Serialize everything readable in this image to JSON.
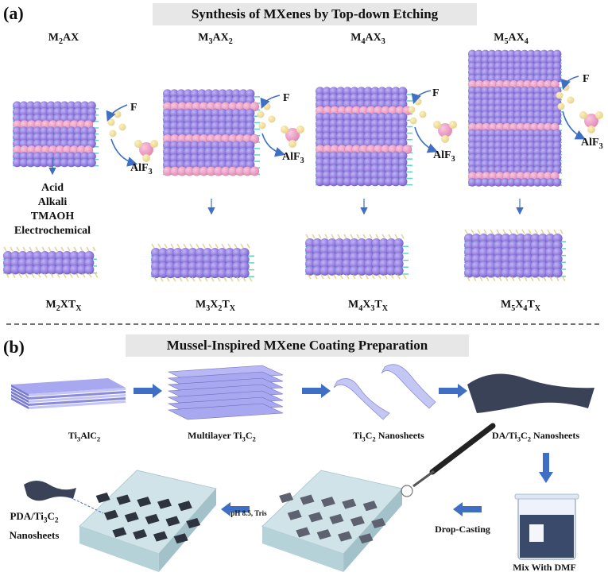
{
  "panel_a": {
    "label": "(a)",
    "title": "Synthesis of MXenes by Top-down Etching",
    "max_phases": [
      {
        "m": "M",
        "ms": "2",
        "a": "AX",
        "as": ""
      },
      {
        "m": "M",
        "ms": "3",
        "a": "AX",
        "as": "2"
      },
      {
        "m": "M",
        "ms": "4",
        "a": "AX",
        "as": "3"
      },
      {
        "m": "M",
        "ms": "5",
        "a": "AX",
        "as": "4"
      }
    ],
    "mxenes": [
      {
        "p1": "M",
        "s1": "2",
        "p2": "XT",
        "s2": "X",
        "p3": "",
        "s3": ""
      },
      {
        "p1": "M",
        "s1": "3",
        "p2": "X",
        "s2": "2",
        "p3": "T",
        "s3": "X"
      },
      {
        "p1": "M",
        "s1": "4",
        "p2": "X",
        "s2": "3",
        "p3": "T",
        "s3": "X"
      },
      {
        "p1": "M",
        "s1": "5",
        "p2": "X",
        "s2": "4",
        "p3": "T",
        "s3": "X"
      }
    ],
    "fluorine": "F",
    "product": "AlF",
    "product_sub": "3",
    "etchants": [
      "Acid",
      "Alkali",
      "TMAOH",
      "Electrochemical"
    ]
  },
  "panel_b": {
    "label": "(b)",
    "title": "Mussel-Inspired MXene Coating Preparation",
    "steps": {
      "s1": {
        "a": "Ti",
        "as": "3",
        "b": "AlC",
        "bs": "2"
      },
      "s2": {
        "a": "Multilayer Ti",
        "as": "3",
        "b": "C",
        "bs": "2"
      },
      "s3": {
        "a": "Ti",
        "as": "3",
        "b": "C",
        "bs": "2",
        "c": " Nanosheets"
      },
      "s4": {
        "a": "DA/Ti",
        "as": "3",
        "b": "C",
        "bs": "2",
        "c": " Nanosheets"
      }
    },
    "mix": "Mix With DMF",
    "drop": "Drop-Casting",
    "ph": "pH 8.5, Tris",
    "final_a": "PDA/Ti",
    "final_as": "3",
    "final_b": "C",
    "final_bs": "2",
    "final_c": "Nanosheets"
  },
  "colors": {
    "atom_purple": "#7d63d6",
    "atom_pink": "#e48bb8",
    "atom_cyan": "#5fd3c8",
    "atom_yellow": "#e8d48a",
    "arrow_blue": "#3f6fc4",
    "sheet_lavender": "#a8a8f0",
    "dark_sheet": "#3a4258"
  }
}
